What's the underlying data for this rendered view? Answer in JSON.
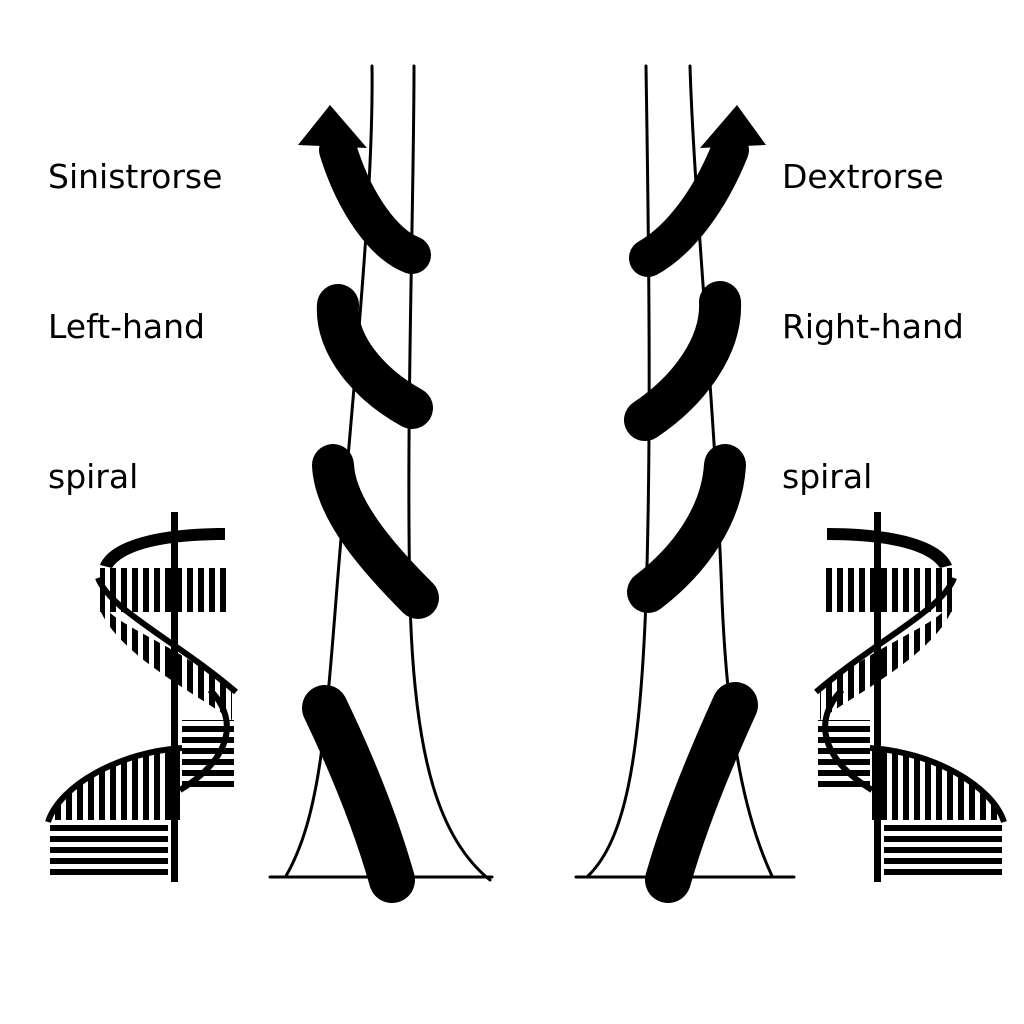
{
  "left": {
    "lines": [
      "Sinistrorse",
      "Left-hand",
      "spiral"
    ]
  },
  "right": {
    "lines": [
      "Dextrorse",
      "Right-hand",
      "spiral"
    ]
  },
  "colors": {
    "ink": "#000000",
    "background": "#ffffff"
  }
}
